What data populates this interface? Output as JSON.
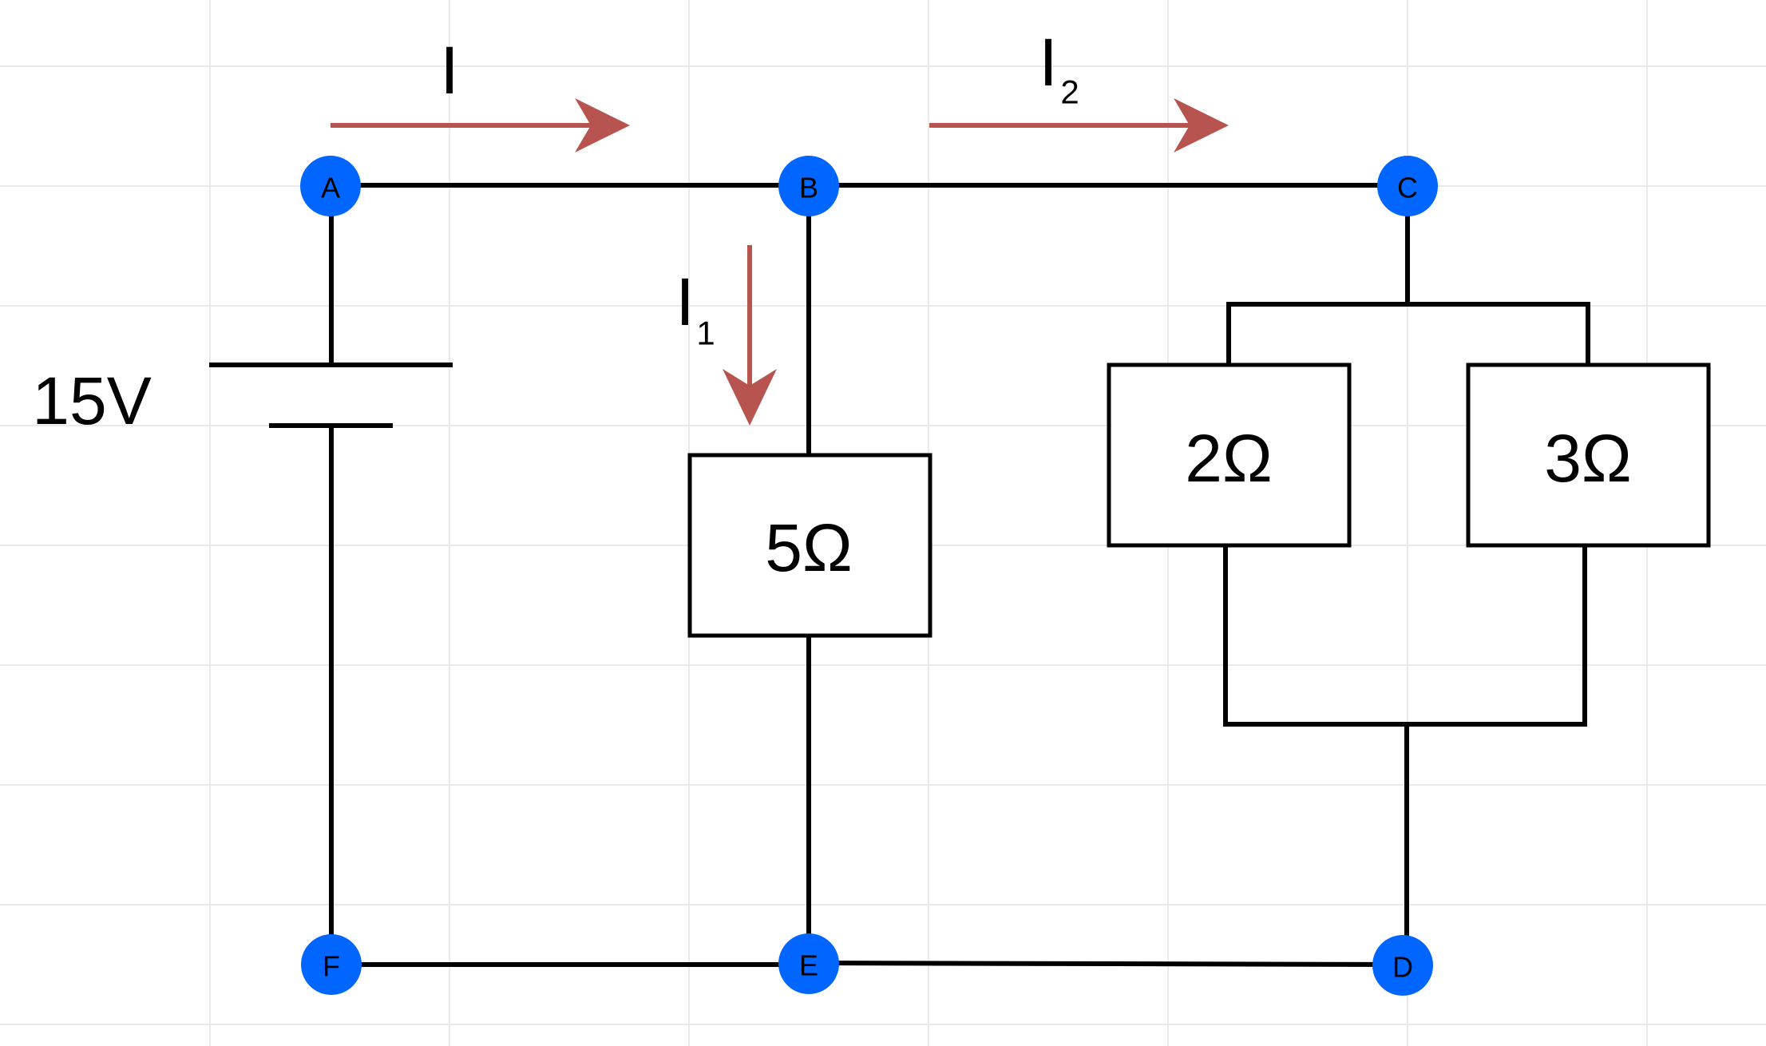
{
  "colors": {
    "background": "#ffffff",
    "grid": "#e4e4e4",
    "wire": "#000000",
    "current_arrow": "#b85450",
    "node": "#0066ff"
  },
  "source": {
    "label": "15V"
  },
  "nodes": {
    "a": "A",
    "b": "B",
    "c": "C",
    "d": "D",
    "e": "E",
    "f": "F"
  },
  "resistors": {
    "r1": "5Ω",
    "r2": "2Ω",
    "r3": "3Ω"
  },
  "currents": {
    "i": {
      "label": "I"
    },
    "i1": {
      "label": "I",
      "subscript": "1"
    },
    "i2": {
      "label": "I",
      "subscript": "2"
    }
  }
}
